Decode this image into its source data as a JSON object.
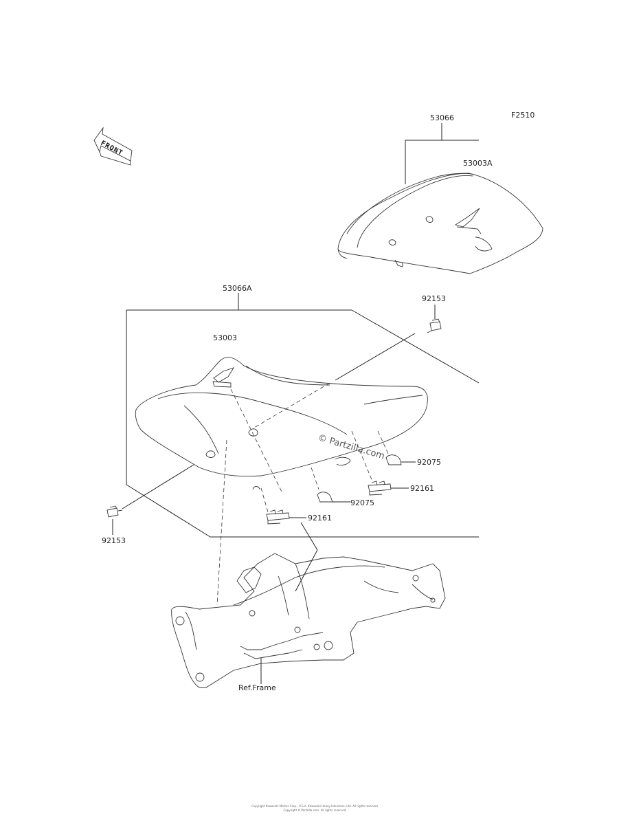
{
  "diagram_code": "F2510",
  "front_arrow_label": "FRONT",
  "labels": {
    "p53066": "53066",
    "p53003A": "53003A",
    "p53066A": "53066A",
    "p53003": "53003",
    "p92153_top": "92153",
    "p92153_bottom": "92153",
    "p92075_right": "92075",
    "p92075_left": "92075",
    "p92161_right": "92161",
    "p92161_left": "92161",
    "ref_frame": "Ref.Frame"
  },
  "watermark": "© Partzilla.com",
  "footer": {
    "line1": "Copyright Kawasaki Motors Corp., U.S.A. Kawasaki Heavy Industries, Ltd. All rights reserved.",
    "line2": "Copyright © Partzilla.com. All rights reserved."
  }
}
